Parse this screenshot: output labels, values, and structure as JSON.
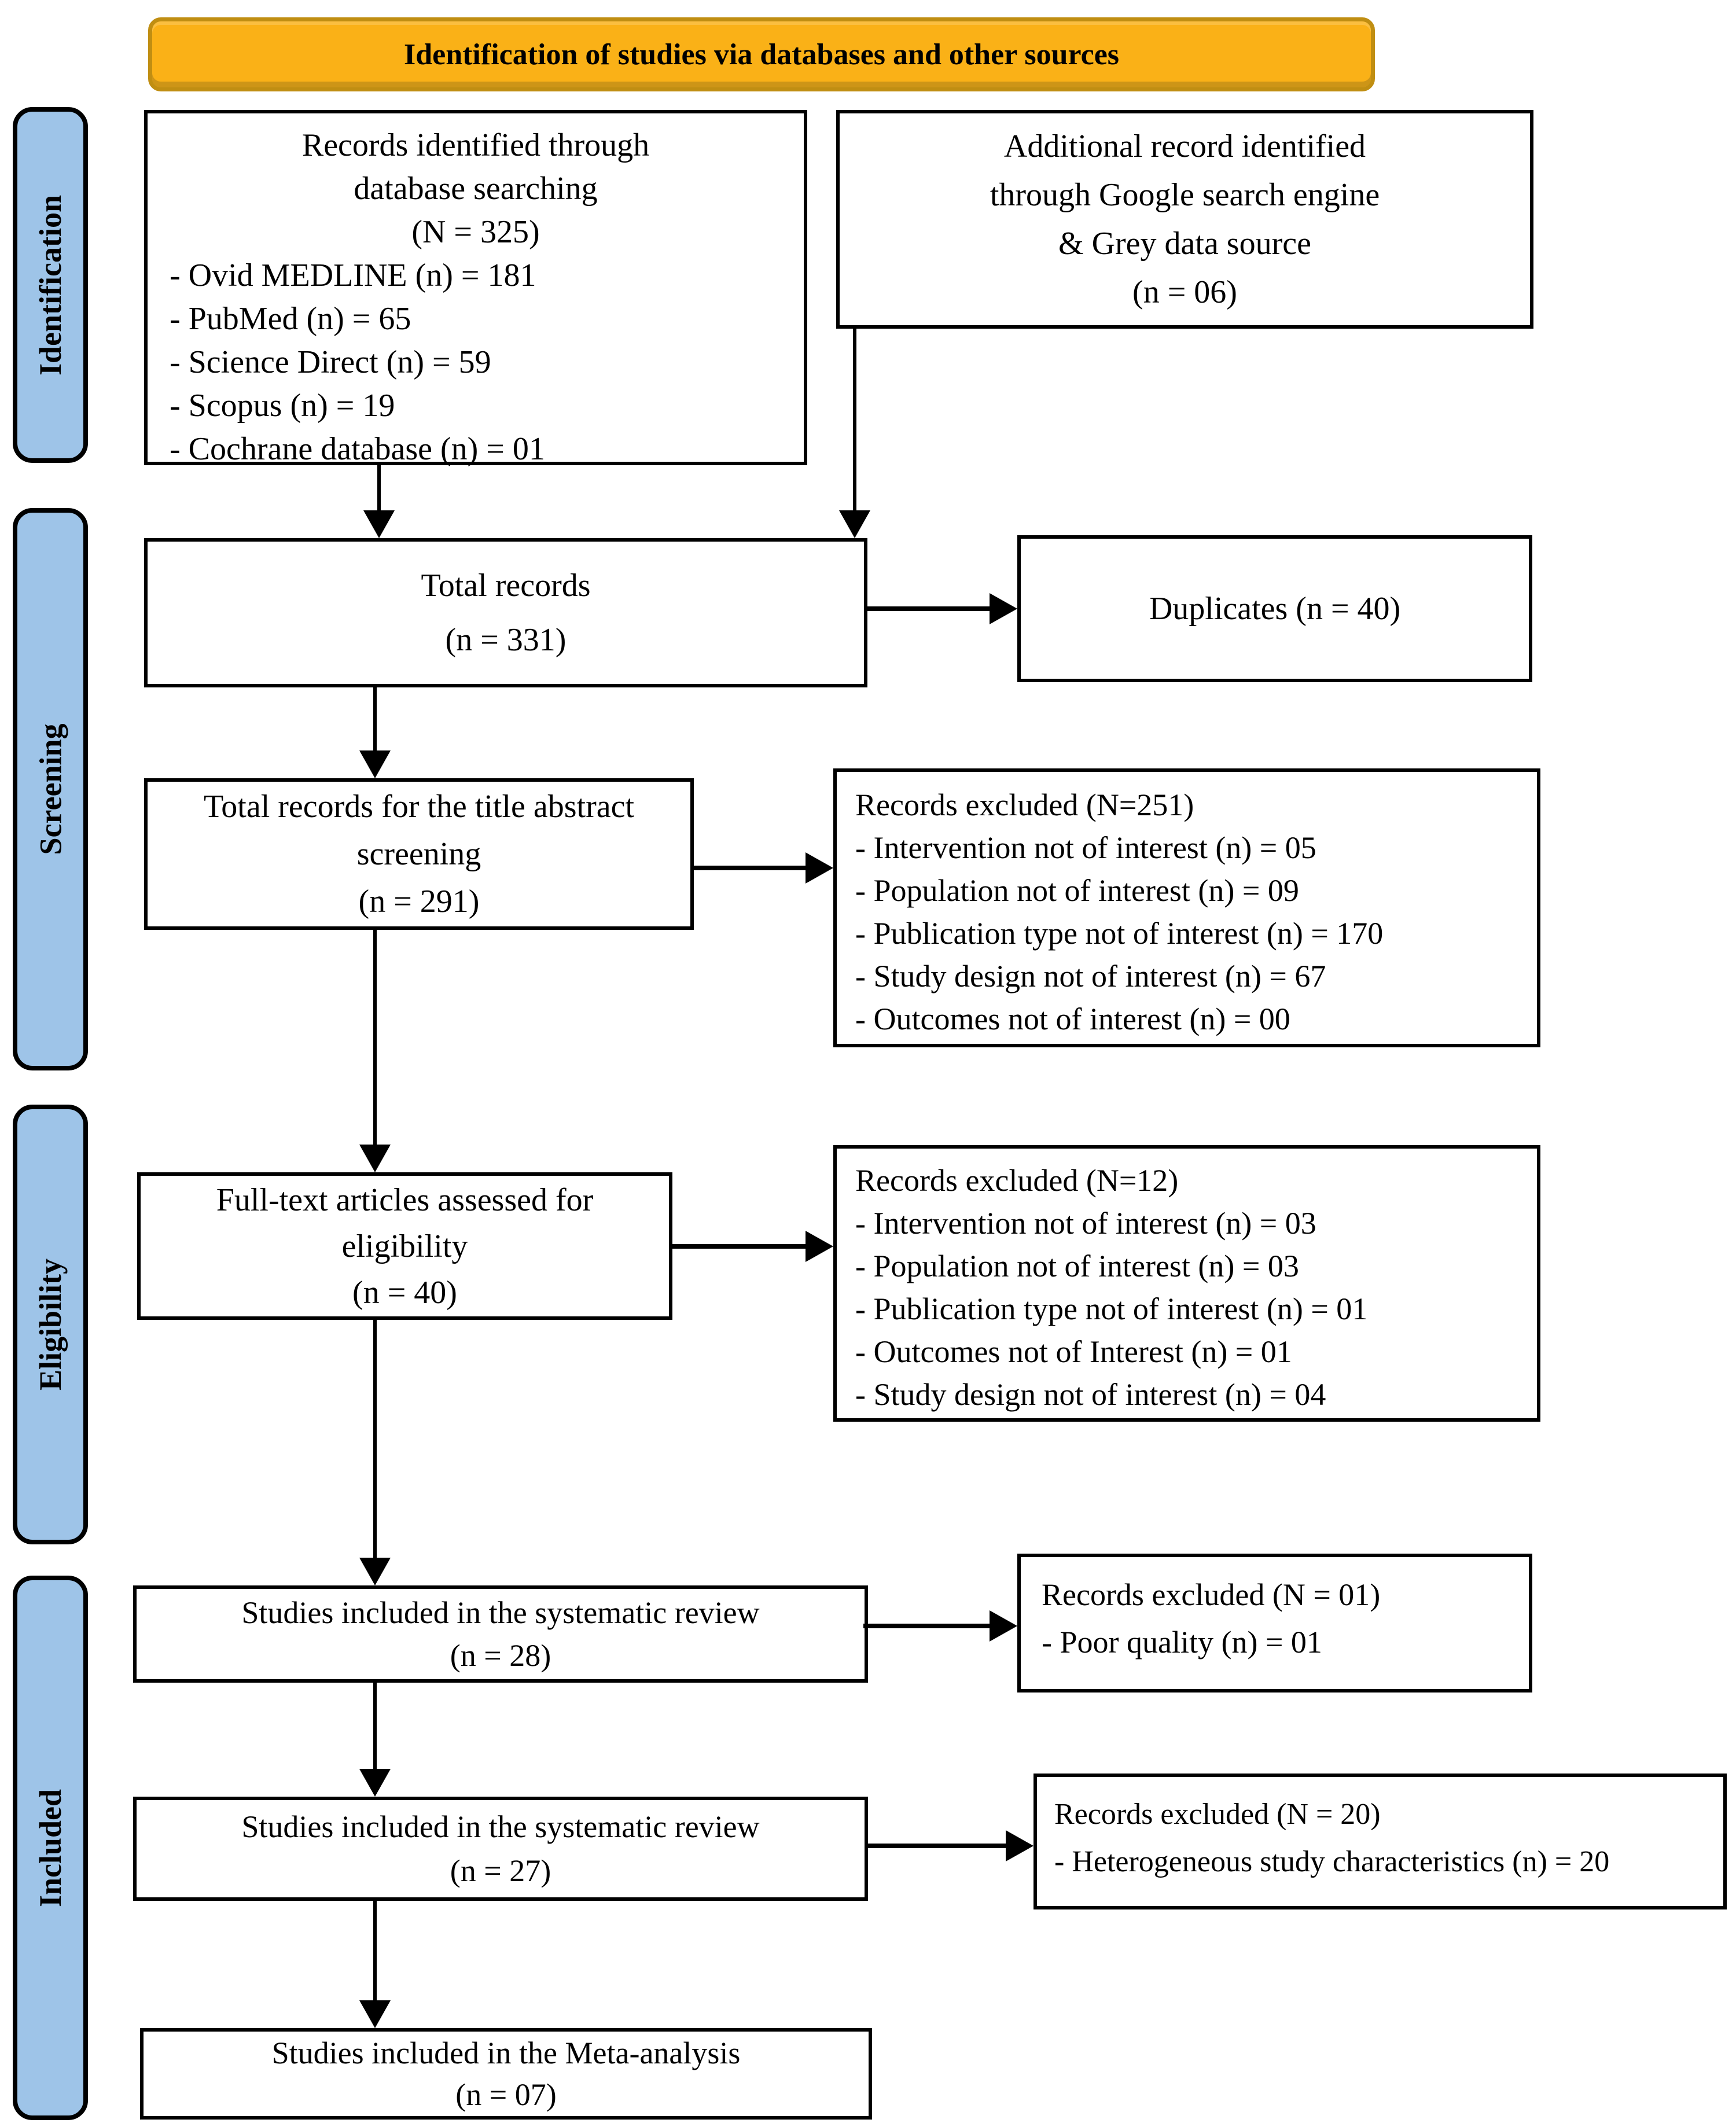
{
  "banner": {
    "title": "Identification of studies via databases and other sources"
  },
  "stages": [
    {
      "label": "Identification"
    },
    {
      "label": "Screening"
    },
    {
      "label": "Eligibility"
    },
    {
      "label": "Included"
    }
  ],
  "boxes": {
    "records_identified": {
      "lines": [
        "Records identified through",
        "database searching",
        "(N = 325)"
      ],
      "items": [
        "- Ovid MEDLINE (n) = 181",
        "- PubMed (n) = 65",
        "- Science Direct (n) = 59",
        "- Scopus (n) = 19",
        "- Cochrane database (n) = 01"
      ]
    },
    "additional_records": {
      "lines": [
        "Additional record identified",
        "through Google search engine",
        "& Grey data source",
        "(n = 06)"
      ]
    },
    "total_records": {
      "lines": [
        "Total records",
        "(n = 331)"
      ]
    },
    "duplicates": {
      "text": "Duplicates (n = 40)"
    },
    "title_abstract_screening": {
      "lines": [
        "Total records for the title abstract",
        "screening",
        "(n = 291)"
      ]
    },
    "excluded_screening": {
      "heading": "Records excluded (N=251)",
      "items": [
        "- Intervention not of interest (n) = 05",
        "- Population not of interest (n) = 09",
        "- Publication type not of interest (n) = 170",
        "- Study design not of interest (n) = 67",
        "- Outcomes not of interest (n) = 00"
      ]
    },
    "full_text_eligibility": {
      "lines": [
        "Full-text articles assessed for",
        "eligibility",
        "(n = 40)"
      ]
    },
    "excluded_eligibility": {
      "heading": "Records excluded (N=12)",
      "items": [
        "- Intervention not of interest (n) = 03",
        "- Population not of interest (n) = 03",
        "- Publication type not of interest (n) = 01",
        "- Outcomes not of Interest (n) = 01",
        "- Study design not of interest (n) = 04"
      ]
    },
    "systematic_review_28": {
      "lines": [
        "Studies included in the systematic review",
        "(n = 28)"
      ]
    },
    "excluded_poor_quality": {
      "heading": "Records excluded (N = 01)",
      "items": [
        "- Poor quality (n) = 01"
      ]
    },
    "systematic_review_27": {
      "lines": [
        "Studies included in the systematic review",
        "(n = 27)"
      ]
    },
    "excluded_heterogeneous": {
      "heading": "Records excluded (N = 20)",
      "items": [
        "- Heterogeneous study characteristics (n) = 20"
      ]
    },
    "meta_analysis": {
      "lines": [
        "Studies included in the Meta-analysis",
        "(n = 07)"
      ]
    }
  },
  "colors": {
    "banner_bg": "#FAB117",
    "banner_border": "#C08E12",
    "stage_bg": "#9EC4E8",
    "box_border": "#000000",
    "box_bg": "#FFFFFF"
  }
}
